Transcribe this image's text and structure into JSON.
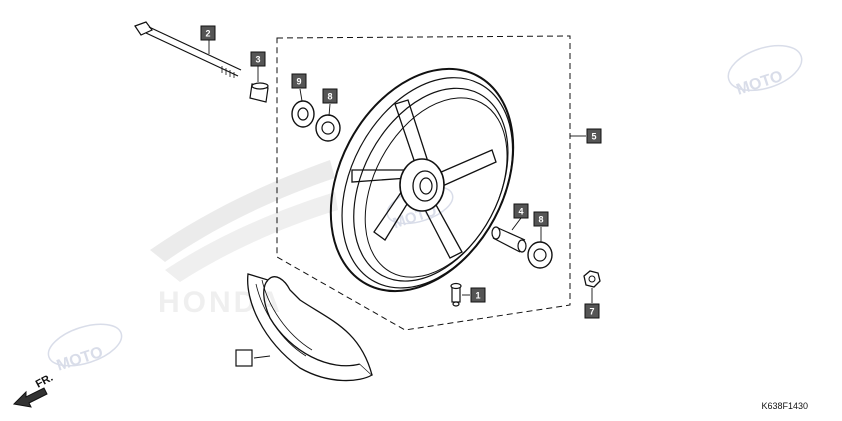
{
  "diagram": {
    "reference_code": "K638F1430",
    "direction_label": "FR.",
    "watermark_text": "MOTO",
    "brand_watermark": "HONDA",
    "callouts": [
      {
        "id": "c2",
        "label": "2"
      },
      {
        "id": "c3",
        "label": "3"
      },
      {
        "id": "c9",
        "label": "9"
      },
      {
        "id": "c8a",
        "label": "8"
      },
      {
        "id": "c5",
        "label": "5"
      },
      {
        "id": "c4",
        "label": "4"
      },
      {
        "id": "c8b",
        "label": "8"
      },
      {
        "id": "c1",
        "label": "1"
      },
      {
        "id": "c7",
        "label": "7"
      },
      {
        "id": "c6",
        "label": ""
      }
    ],
    "colors": {
      "line": "#111111",
      "callout_fill": "#555555",
      "watermark": "#c9cfe0",
      "brand_watermark": "#e3e3e3"
    }
  }
}
